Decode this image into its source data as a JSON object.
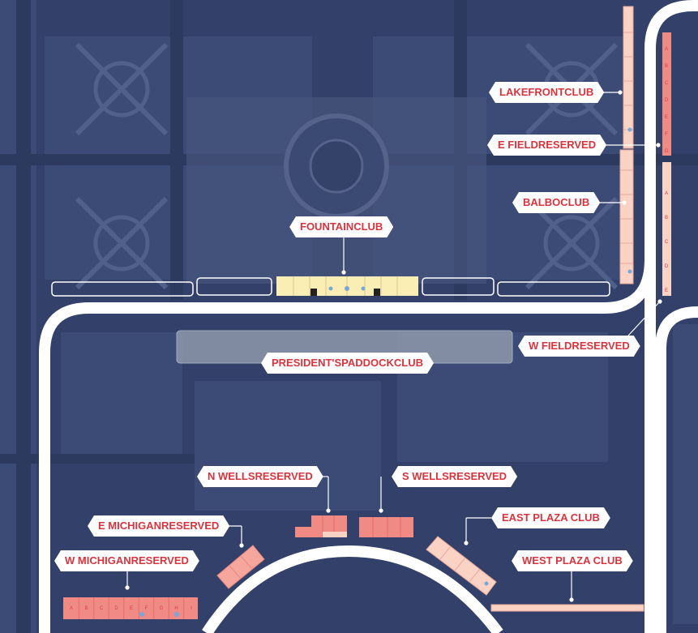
{
  "labels": {
    "lakefront_club": "LAKEFRONTCLUB",
    "e_field_reserved": "E FIELDRESERVED",
    "balbo_club": "BALBOCLUB",
    "fountain_club": "FOUNTAINCLUB",
    "w_field_reserved": "W FIELDRESERVED",
    "presidents_paddock_club": "PRESIDENT'SPADDOCKCLUB",
    "n_wells_reserved": "N WELLSRESERVED",
    "s_wells_reserved": "S WELLSRESERVED",
    "e_michigan_reserved": "E MICHIGANRESERVED",
    "east_plaza_club": "EAST PLAZA CLUB",
    "w_michigan_reserved": "W MICHIGANRESERVED",
    "west_plaza_club": "WEST PLAZA CLUB"
  },
  "section_letters": {
    "e_field": [
      "A",
      "B",
      "C",
      "D",
      "E",
      "F",
      "G"
    ],
    "w_field": [
      "A",
      "B",
      "C",
      "D",
      "E"
    ],
    "w_michigan": [
      "A",
      "B",
      "C",
      "D",
      "E",
      "F",
      "G",
      "H",
      "I"
    ]
  },
  "colors": {
    "track": "#ffffff",
    "background": "#33416a",
    "reserved": "#f08a84",
    "club": "#fbd3c4",
    "fountain_club": "#fbeeb5",
    "label_text": "#d8343d"
  }
}
